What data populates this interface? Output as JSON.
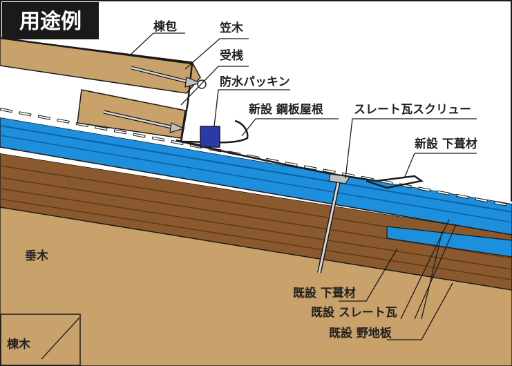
{
  "badge": {
    "label": "用途例",
    "bg": "#1a1a1a",
    "fg": "#ffffff"
  },
  "labels": {
    "munazutsumi": "棟包",
    "kasagi": "笠木",
    "ukesan": "受桟",
    "bousui_packing": "防水パッキン",
    "new_steel_roof": "新設 鋼板屋根",
    "slate_screw": "スレート瓦スクリュー",
    "new_underlay": "新設 下葺材",
    "taruki": "垂木",
    "existing_underlay": "既設 下葺材",
    "existing_slate": "既設 スレート瓦",
    "existing_sheathing": "既設 野地板",
    "munagi": "棟木"
  },
  "colors": {
    "wood": "#c9a16a",
    "wood_dark": "#8a5a2e",
    "blue": "#1e8fdc",
    "blue_light": "#6fc3f0",
    "packing": "#2a3aa8",
    "line": "#1a1a1a"
  }
}
